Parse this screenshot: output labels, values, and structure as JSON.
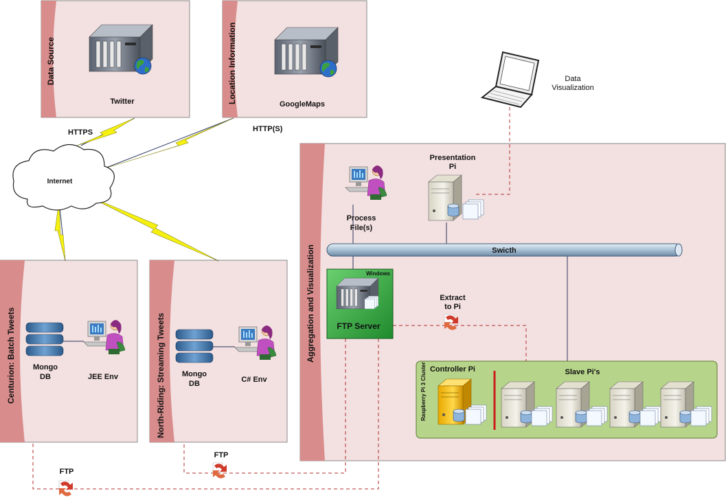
{
  "zones": {
    "data_source": "Data Source",
    "location_information": "Location Information",
    "aggregation": "Aggregation and Visualization",
    "centurion": "Centurion: Batch Tweets",
    "north_riding": "North-Riding: Streaming Tweets"
  },
  "nodes": {
    "twitter": "Twitter",
    "googlemaps": "GoogleMaps",
    "internet": "Internet",
    "data_visualization_1": "Data",
    "data_visualization_2": "Visualization",
    "presentation_pi_1": "Presentation",
    "presentation_pi_2": "Pi",
    "process_files_1": "Process",
    "process_files_2": "File(s)",
    "switch": "Swicth",
    "windows": "Windows",
    "ftp_server": "FTP Server",
    "extract_to_pi_1": "Extract",
    "extract_to_pi_2": "to Pi",
    "cluster": "Raspberry Pi 3 Cluster",
    "controller_pi": "Controller Pi",
    "slave_pis": "Slave Pi's",
    "mongo_1": "Mongo",
    "mongo_2": "DB",
    "jee_env": "JEE Env",
    "mongo2_1": "Mongo",
    "mongo2_2": "DB",
    "csharp_env": "C# Env"
  },
  "protocols": {
    "https": "HTTPS",
    "https_s": "HTTP(S)",
    "ftp_left": "FTP",
    "ftp_mid": "FTP"
  },
  "colors": {
    "zone_fill": "#f3e0e0",
    "zone_band": "#d98c8c",
    "cluster_fill": "#b7d58a",
    "ftp_fill": "#3cb04a",
    "switch_fill": "#b8cfe0",
    "connector_dash": "#b03030",
    "lightning": "#f5f010"
  }
}
